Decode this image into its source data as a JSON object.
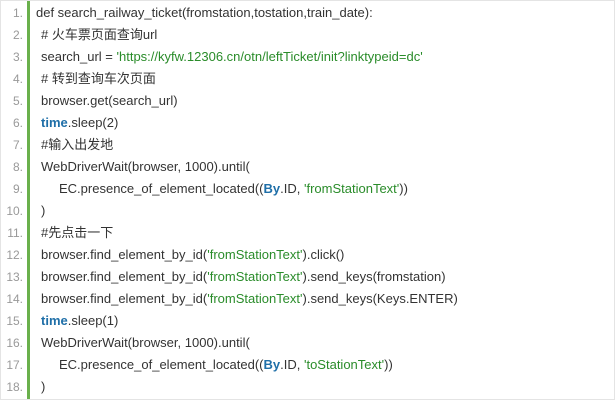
{
  "lines": [
    {
      "no": "1.",
      "parts": [
        "def search_railway_ticket(fromstation,tostation,train_date):"
      ]
    },
    {
      "no": "2.",
      "parts": [
        "# 火车票页面查询url"
      ]
    },
    {
      "no": "3.",
      "parts": [
        "search_url = ",
        "'https://kyfw.12306.cn/otn/leftTicket/init?linktypeid=dc'"
      ]
    },
    {
      "no": "4.",
      "parts": [
        "# 转到查询车次页面"
      ]
    },
    {
      "no": "5.",
      "parts": [
        "browser.get(search_url)"
      ]
    },
    {
      "no": "6.",
      "parts": [
        "time",
        ".sleep(2)"
      ]
    },
    {
      "no": "7.",
      "parts": [
        "#输入出发地"
      ]
    },
    {
      "no": "8.",
      "parts": [
        "WebDriverWait(browser, 1000).until("
      ]
    },
    {
      "no": "9.",
      "parts": [
        "EC.presence_of_element_located((",
        "By",
        ".ID, ",
        "'fromStationText'",
        "))"
      ]
    },
    {
      "no": "10.",
      "parts": [
        ")"
      ]
    },
    {
      "no": "11.",
      "parts": [
        "#先点击一下"
      ]
    },
    {
      "no": "12.",
      "parts": [
        "browser.find_element_by_id(",
        "'fromStationText'",
        ").click()"
      ]
    },
    {
      "no": "13.",
      "parts": [
        "browser.find_element_by_id(",
        "'fromStationText'",
        ").send_keys(fromstation)"
      ]
    },
    {
      "no": "14.",
      "parts": [
        "browser.find_element_by_id(",
        "'fromStationText'",
        ").send_keys(Keys.ENTER)"
      ]
    },
    {
      "no": "15.",
      "parts": [
        "time",
        ".sleep(1)"
      ]
    },
    {
      "no": "16.",
      "parts": [
        "WebDriverWait(browser, 1000).until("
      ]
    },
    {
      "no": "17.",
      "parts": [
        "EC.presence_of_element_located((",
        "By",
        ".ID, ",
        "'toStationText'",
        "))"
      ]
    },
    {
      "no": "18.",
      "parts": [
        ")"
      ]
    }
  ],
  "colors": {
    "accent_bar": "#6ab04c",
    "builtin": "#1f6fa8",
    "string": "#2a8c2a",
    "text": "#333333",
    "line_number": "#999999"
  }
}
